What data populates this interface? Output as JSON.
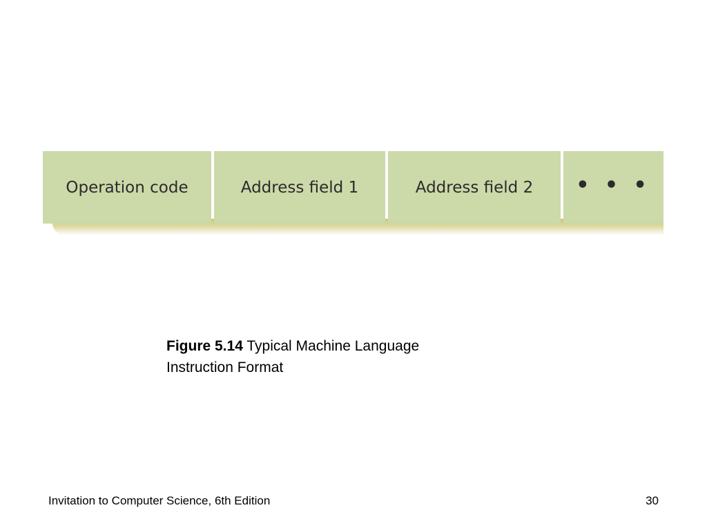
{
  "diagram": {
    "fields": [
      {
        "label": "Operation code"
      },
      {
        "label": "Address field 1"
      },
      {
        "label": "Address field 2"
      },
      {
        "label": "• • •"
      }
    ],
    "colors": {
      "field_fill": "#ccd9a9",
      "shadow": "#cfc877",
      "text": "#2b2b2b"
    }
  },
  "caption": {
    "figure_label": "Figure 5.14",
    "text_line1": " Typical Machine Language",
    "text_line2": "Instruction Format"
  },
  "footer": {
    "book_title": "Invitation to Computer Science, 6th Edition",
    "page_number": "30"
  }
}
